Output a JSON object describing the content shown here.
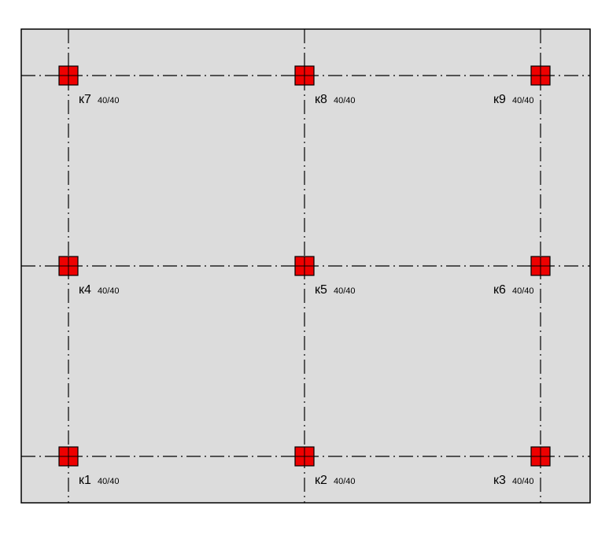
{
  "colors": {
    "slab_fill": "#dcdcdc",
    "slab_border": "#000000",
    "axis_line": "#000000",
    "column_fill": "#ee0000",
    "column_border": "#000000",
    "text": "#000000"
  },
  "columns": [
    {
      "id": "к7",
      "size": "40/40",
      "row": 0,
      "col": 0
    },
    {
      "id": "к8",
      "size": "40/40",
      "row": 0,
      "col": 1
    },
    {
      "id": "к9",
      "size": "40/40",
      "row": 0,
      "col": 2
    },
    {
      "id": "к4",
      "size": "40/40",
      "row": 1,
      "col": 0
    },
    {
      "id": "к5",
      "size": "40/40",
      "row": 1,
      "col": 1
    },
    {
      "id": "к6",
      "size": "40/40",
      "row": 1,
      "col": 2
    },
    {
      "id": "к1",
      "size": "40/40",
      "row": 2,
      "col": 0
    },
    {
      "id": "к2",
      "size": "40/40",
      "row": 2,
      "col": 1
    },
    {
      "id": "к3",
      "size": "40/40",
      "row": 2,
      "col": 2
    }
  ]
}
